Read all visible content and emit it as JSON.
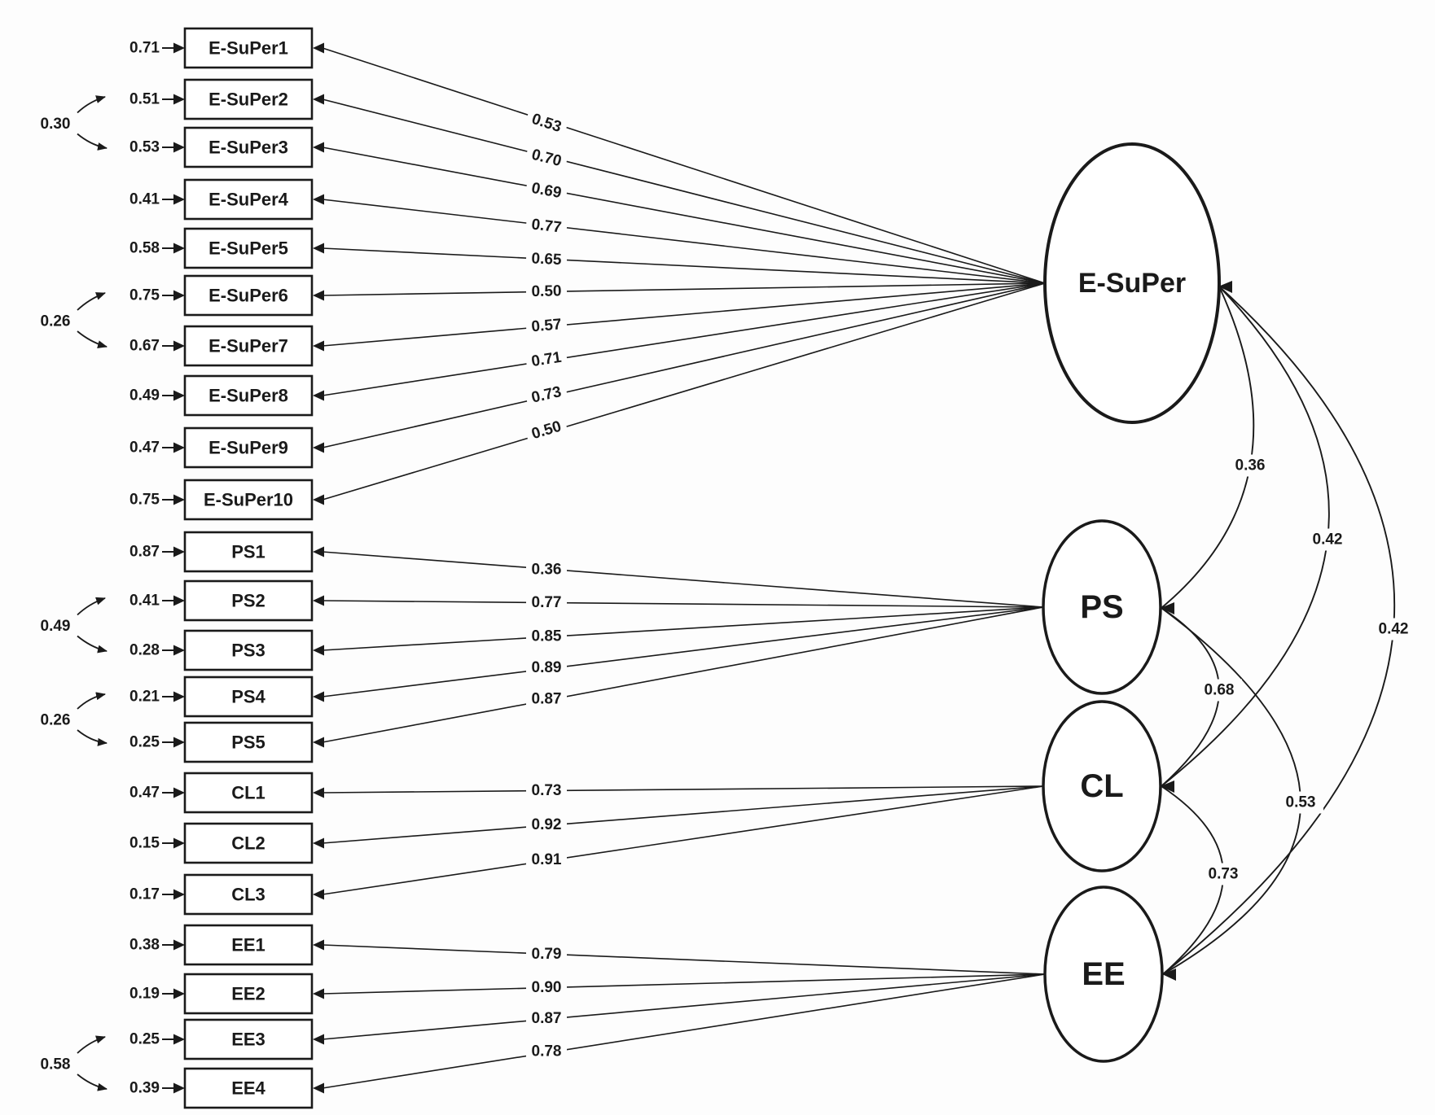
{
  "diagram": {
    "type": "confirmatory-factor-analysis-path-diagram",
    "latents": [
      {
        "name": "E-SuPer",
        "indicators": [
          {
            "label": "E-SuPer1",
            "error": "0.71",
            "loading": "0.53"
          },
          {
            "label": "E-SuPer2",
            "error": "0.51",
            "loading": "0.70"
          },
          {
            "label": "E-SuPer3",
            "error": "0.53",
            "loading": "0.69"
          },
          {
            "label": "E-SuPer4",
            "error": "0.41",
            "loading": "0.77"
          },
          {
            "label": "E-SuPer5",
            "error": "0.58",
            "loading": "0.65"
          },
          {
            "label": "E-SuPer6",
            "error": "0.75",
            "loading": "0.50"
          },
          {
            "label": "E-SuPer7",
            "error": "0.67",
            "loading": "0.57"
          },
          {
            "label": "E-SuPer8",
            "error": "0.49",
            "loading": "0.71"
          },
          {
            "label": "E-SuPer9",
            "error": "0.47",
            "loading": "0.73"
          },
          {
            "label": "E-SuPer10",
            "error": "0.75",
            "loading": "0.50"
          }
        ],
        "error_covariances": [
          {
            "between": [
              "E-SuPer2",
              "E-SuPer3"
            ],
            "value": "0.30"
          },
          {
            "between": [
              "E-SuPer6",
              "E-SuPer7"
            ],
            "value": "0.26"
          }
        ]
      },
      {
        "name": "PS",
        "indicators": [
          {
            "label": "PS1",
            "error": "0.87",
            "loading": "0.36"
          },
          {
            "label": "PS2",
            "error": "0.41",
            "loading": "0.77"
          },
          {
            "label": "PS3",
            "error": "0.28",
            "loading": "0.85"
          },
          {
            "label": "PS4",
            "error": "0.21",
            "loading": "0.89"
          },
          {
            "label": "PS5",
            "error": "0.25",
            "loading": "0.87"
          }
        ],
        "error_covariances": [
          {
            "between": [
              "PS2",
              "PS3"
            ],
            "value": "0.49"
          },
          {
            "between": [
              "PS4",
              "PS5"
            ],
            "value": "0.26"
          }
        ]
      },
      {
        "name": "CL",
        "indicators": [
          {
            "label": "CL1",
            "error": "0.47",
            "loading": "0.73"
          },
          {
            "label": "CL2",
            "error": "0.15",
            "loading": "0.92"
          },
          {
            "label": "CL3",
            "error": "0.17",
            "loading": "0.91"
          }
        ],
        "error_covariances": []
      },
      {
        "name": "EE",
        "indicators": [
          {
            "label": "EE1",
            "error": "0.38",
            "loading": "0.79"
          },
          {
            "label": "EE2",
            "error": "0.19",
            "loading": "0.90"
          },
          {
            "label": "EE3",
            "error": "0.25",
            "loading": "0.87"
          },
          {
            "label": "EE4",
            "error": "0.39",
            "loading": "0.78"
          }
        ],
        "error_covariances": [
          {
            "between": [
              "EE3",
              "EE4"
            ],
            "value": "0.58"
          }
        ]
      }
    ],
    "latent_correlations": [
      {
        "between": [
          "E-SuPer",
          "PS"
        ],
        "value": "0.36"
      },
      {
        "between": [
          "E-SuPer",
          "CL"
        ],
        "value": "0.42"
      },
      {
        "between": [
          "E-SuPer",
          "EE"
        ],
        "value": "0.42"
      },
      {
        "between": [
          "PS",
          "CL"
        ],
        "value": "0.68"
      },
      {
        "between": [
          "PS",
          "EE"
        ],
        "value": "0.53"
      },
      {
        "between": [
          "CL",
          "EE"
        ],
        "value": "0.73"
      }
    ]
  }
}
